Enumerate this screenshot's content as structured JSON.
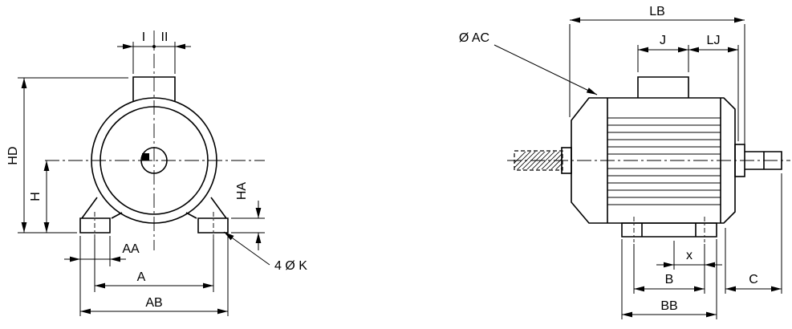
{
  "front_view": {
    "labels": {
      "I": "I",
      "II": "II",
      "HD": "HD",
      "H": "H",
      "HA": "HA",
      "AA": "AA",
      "A": "A",
      "AB": "AB",
      "K": "4 Ø K"
    }
  },
  "side_view": {
    "labels": {
      "LB": "LB",
      "AC": "Ø AC",
      "J": "J",
      "LJ": "LJ",
      "x": "x",
      "B": "B",
      "C": "C",
      "BB": "BB"
    }
  },
  "colors": {
    "line": "#000000",
    "background": "#ffffff"
  }
}
